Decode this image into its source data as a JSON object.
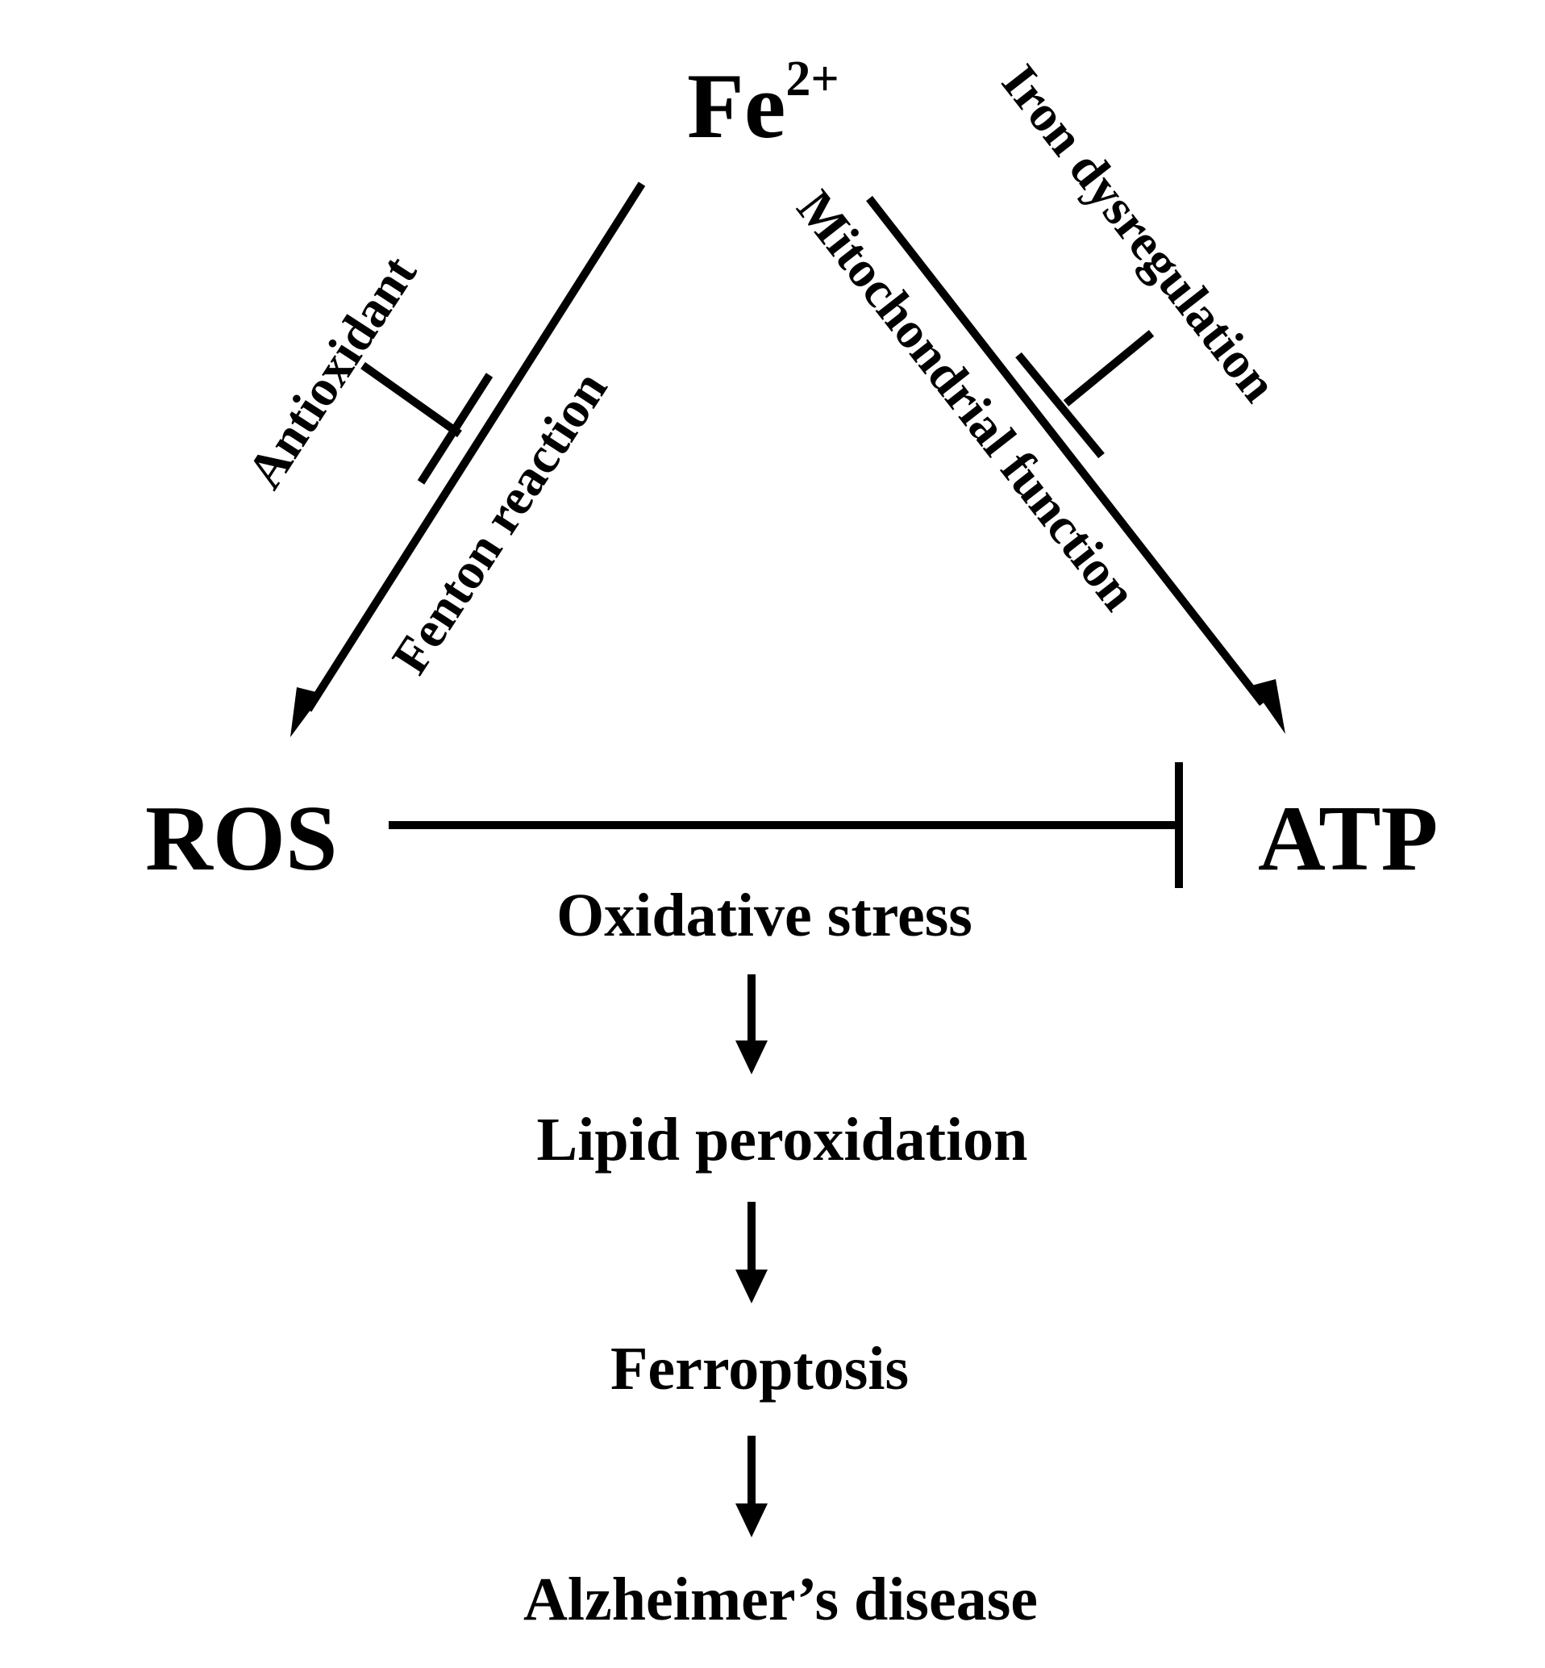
{
  "nodes": {
    "fe": {
      "base": "Fe",
      "sup": "2+"
    },
    "ros": "ROS",
    "atp": "ATP"
  },
  "edge_labels": {
    "fenton": "Fenton reaction",
    "antioxidant": "Antioxidant",
    "mitochondrial": "Mitochondrial function",
    "iron_dysregulation": "Iron dysregulation"
  },
  "cascade": {
    "oxidative_stress": "Oxidative stress",
    "lipid_peroxidation": "Lipid peroxidation",
    "ferroptosis": "Ferroptosis",
    "alzheimers": "Alzheimer’s disease"
  }
}
